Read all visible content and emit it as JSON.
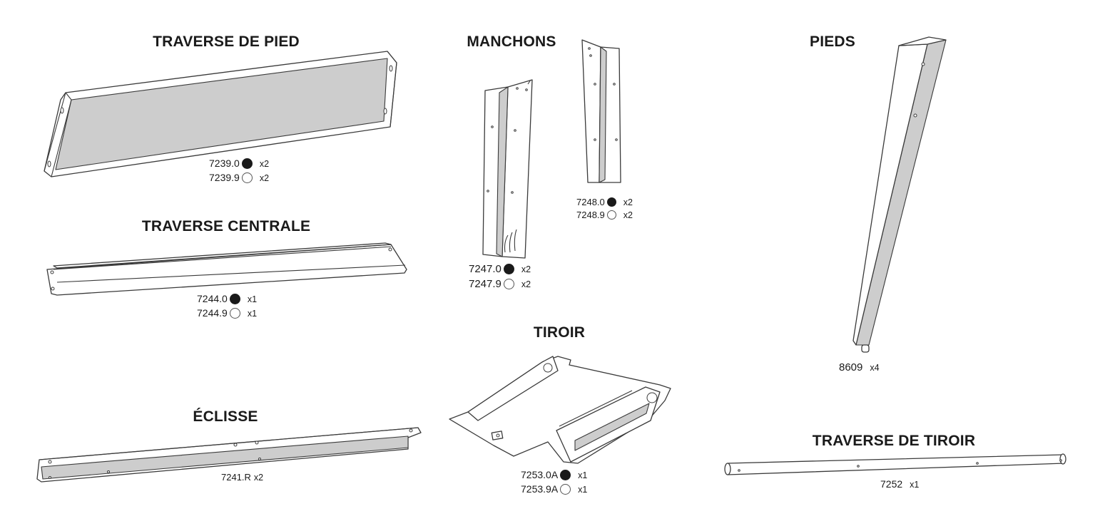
{
  "parts": [
    {
      "id": "traverse-de-pied",
      "title": "TRAVERSE DE PIED",
      "refs": [
        {
          "code": "7239.0",
          "finish": "filled",
          "qty": "x2"
        },
        {
          "code": "7239.9",
          "finish": "empty",
          "qty": "x2"
        }
      ]
    },
    {
      "id": "traverse-centrale",
      "title": "TRAVERSE CENTRALE",
      "refs": [
        {
          "code": "7244.0",
          "finish": "filled",
          "qty": "x1"
        },
        {
          "code": "7244.9",
          "finish": "empty",
          "qty": "x1"
        }
      ]
    },
    {
      "id": "eclisse",
      "title": "ÉCLISSE",
      "refs": [
        {
          "code": "7241.R",
          "qty": "x2"
        }
      ]
    },
    {
      "id": "manchons",
      "title": "MANCHONS",
      "refs_a": [
        {
          "code": "7247.0",
          "finish": "filled",
          "qty": "x2"
        },
        {
          "code": "7247.9",
          "finish": "empty",
          "qty": "x2"
        }
      ],
      "refs_b": [
        {
          "code": "7248.0",
          "finish": "filled",
          "qty": "x2"
        },
        {
          "code": "7248.9",
          "finish": "empty",
          "qty": "x2"
        }
      ]
    },
    {
      "id": "tiroir",
      "title": "TIROIR",
      "refs": [
        {
          "code": "7253.0A",
          "finish": "filled",
          "qty": "x1"
        },
        {
          "code": "7253.9A",
          "finish": "empty",
          "qty": "x1"
        }
      ]
    },
    {
      "id": "pieds",
      "title": "PIEDS",
      "refs": [
        {
          "code": "8609",
          "qty": "x4"
        }
      ]
    },
    {
      "id": "traverse-de-tiroir",
      "title": "TRAVERSE DE TIROIR",
      "refs": [
        {
          "code": "7252",
          "qty": "x1"
        }
      ]
    }
  ],
  "finish_symbols": {
    "filled": "black-finish-dot",
    "empty": "white-finish-dot"
  },
  "colors": {
    "ink": "#1a1a1a",
    "panel_shade": "#cdcdcd",
    "background": "#ffffff"
  }
}
